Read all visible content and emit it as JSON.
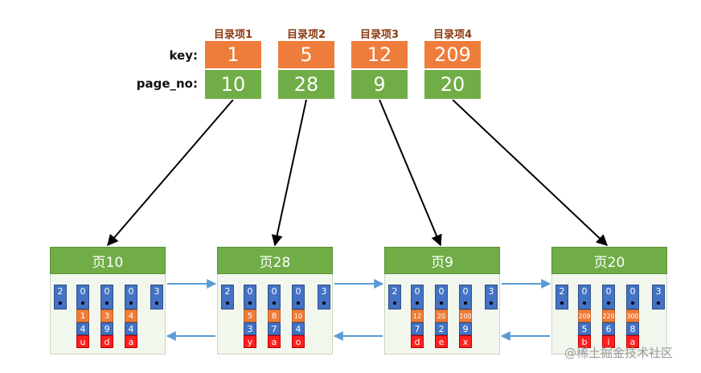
{
  "directory": {
    "row_labels": {
      "key": "key:",
      "page_no": "page_no:"
    },
    "entries": [
      {
        "title": "目录项1",
        "key": "1",
        "page_no": "10"
      },
      {
        "title": "目录项2",
        "key": "5",
        "page_no": "28"
      },
      {
        "title": "目录项3",
        "key": "12",
        "page_no": "9"
      },
      {
        "title": "目录项4",
        "key": "209",
        "page_no": "20"
      }
    ]
  },
  "pages": [
    {
      "title": "页10",
      "infimum": "2",
      "supremum": "3",
      "records": [
        {
          "header": "0",
          "key": "1",
          "num": "4",
          "val": "u"
        },
        {
          "header": "0",
          "key": "3",
          "num": "9",
          "val": "d"
        },
        {
          "header": "0",
          "key": "4",
          "num": "4",
          "val": "a"
        }
      ]
    },
    {
      "title": "页28",
      "infimum": "2",
      "supremum": "3",
      "records": [
        {
          "header": "0",
          "key": "5",
          "num": "3",
          "val": "y"
        },
        {
          "header": "0",
          "key": "8",
          "num": "7",
          "val": "a"
        },
        {
          "header": "0",
          "key": "10",
          "num": "4",
          "val": "o"
        }
      ]
    },
    {
      "title": "页9",
      "infimum": "2",
      "supremum": "3",
      "records": [
        {
          "header": "0",
          "key": "12",
          "num": "7",
          "val": "d"
        },
        {
          "header": "0",
          "key": "20",
          "num": "2",
          "val": "e"
        },
        {
          "header": "0",
          "key": "100",
          "num": "9",
          "val": "x"
        }
      ]
    },
    {
      "title": "页20",
      "infimum": "2",
      "supremum": "3",
      "records": [
        {
          "header": "0",
          "key": "209",
          "num": "5",
          "val": "b"
        },
        {
          "header": "0",
          "key": "220",
          "num": "6",
          "val": "i"
        },
        {
          "header": "0",
          "key": "300",
          "num": "8",
          "val": "a"
        }
      ]
    }
  ],
  "colors": {
    "key": "#ee7d3b",
    "page_no": "#70ad47",
    "record": "#4472c4",
    "value": "#ff1f1f",
    "page_link": "#5b9bd5"
  },
  "watermark": "@稀土掘金技术社区"
}
